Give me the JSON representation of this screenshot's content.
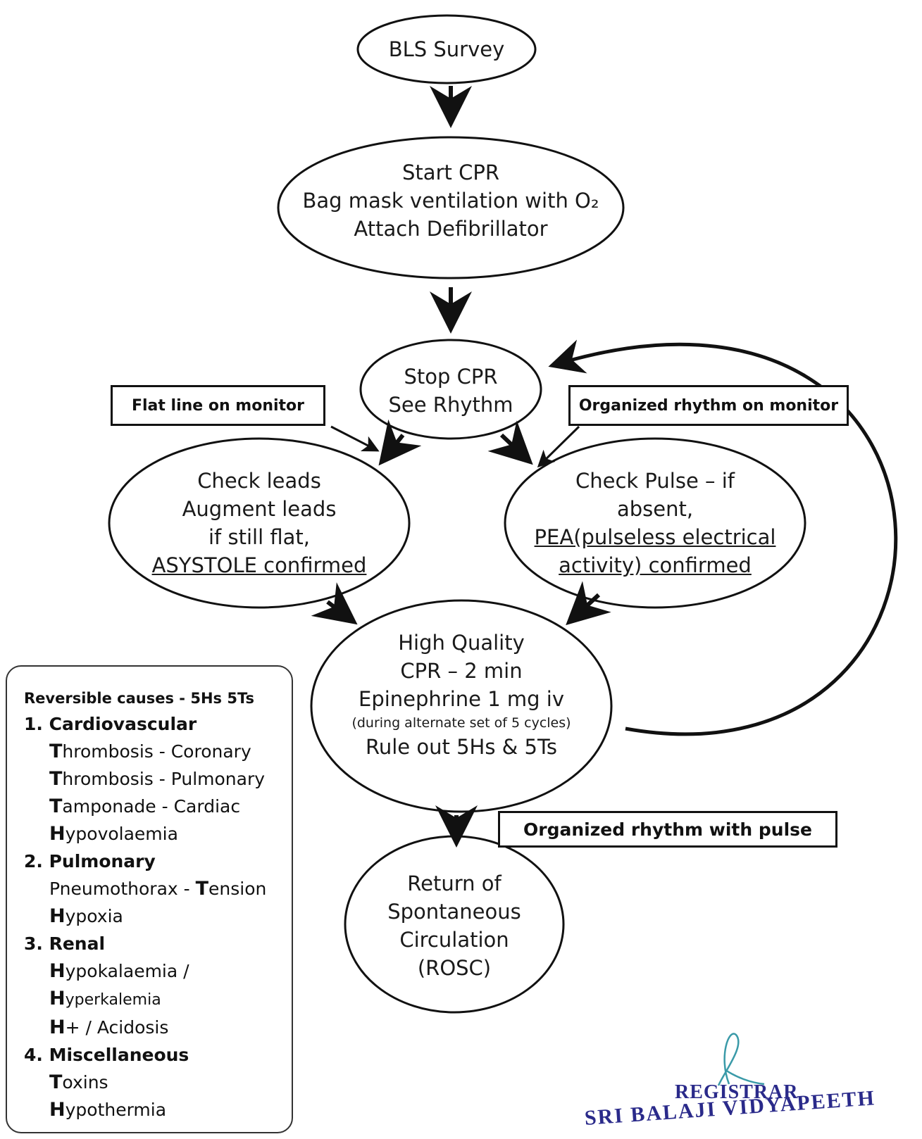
{
  "nodes": {
    "bls": [
      "BLS Survey"
    ],
    "start_cpr": [
      "Start CPR",
      "Bag mask ventilation with O₂",
      "Attach Defibrillator"
    ],
    "stop_cpr": [
      "Stop CPR",
      "See Rhythm"
    ],
    "asystole": [
      "Check leads",
      "Augment leads",
      "if still flat,",
      "ASYSTOLE confirmed"
    ],
    "pea": [
      "Check Pulse – if",
      "absent,",
      "PEA(pulseless electrical",
      "activity) confirmed"
    ],
    "hq_cpr": {
      "line1": "High Quality",
      "line2": "CPR – 2 min",
      "line3": "Epinephrine 1 mg iv",
      "line4": "(during alternate set of 5 cycles)",
      "line5": "Rule out 5Hs & 5Ts"
    },
    "rosc": [
      "Return of",
      "Spontaneous",
      "Circulation",
      "(ROSC)"
    ]
  },
  "labels": {
    "flat_line": "Flat line on monitor",
    "organized": "Organized rhythm on monitor",
    "with_pulse": "Organized rhythm with pulse"
  },
  "causes": {
    "title": "Reversible causes - 5Hs 5Ts",
    "sections": [
      {
        "heading": "1.  Cardiovascular",
        "items": [
          {
            "init": "T",
            "rest": "hrombosis - Coronary"
          },
          {
            "init": "T",
            "rest": "hrombosis - Pulmonary"
          },
          {
            "init": "T",
            "rest": "amponade - Cardiac"
          },
          {
            "init": "H",
            "rest": "ypovolaemia"
          }
        ]
      },
      {
        "heading": "2. Pulmonary",
        "items": [
          {
            "init": "",
            "rest": "Pneumothorax - ",
            "init2": "T",
            "rest2": "ension"
          },
          {
            "init": "H",
            "rest": "ypoxia"
          }
        ]
      },
      {
        "heading": "3. Renal",
        "items": [
          {
            "init": "H",
            "rest": "ypokalaemia /"
          },
          {
            "init": "H",
            "rest": "yperkalemia"
          },
          {
            "init": "H",
            "rest": "+ / Acidosis"
          }
        ]
      },
      {
        "heading": "4. Miscellaneous",
        "items": [
          {
            "init": "T",
            "rest": "oxins"
          },
          {
            "init": "H",
            "rest": "ypothermia"
          }
        ]
      }
    ]
  },
  "stamp": {
    "line1": "REGISTRAR",
    "line2": "SRI BALAJI VIDYAPEETH"
  }
}
